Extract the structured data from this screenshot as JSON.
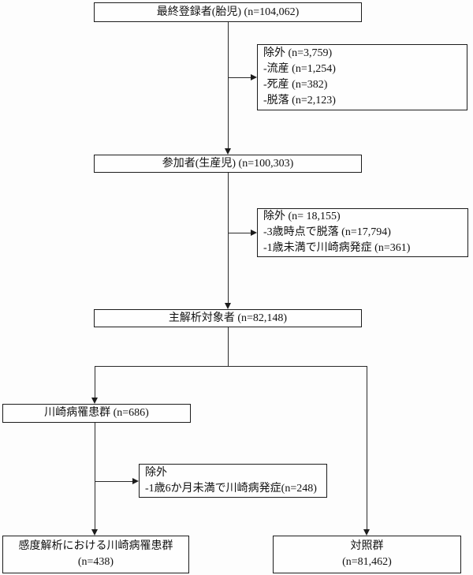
{
  "diagram": {
    "title": "study-participant-flowchart",
    "colors": {
      "background": "#fdfdfd",
      "box_border": "#1c1c1c",
      "line": "#2a2a2a",
      "text": "#111111"
    },
    "boxes": {
      "registered": {
        "text": "最終登録者(胎児) (n=104,062)"
      },
      "exclusion1": {
        "lines": [
          "除外 (n=3,759)",
          "-流産 (n=1,254)",
          "-死産 (n=382)",
          "-脱落 (n=2,123)"
        ]
      },
      "participants": {
        "text": "参加者(生産児) (n=100,303)"
      },
      "exclusion2": {
        "lines": [
          "除外 (n= 18,155)",
          "-3歳時点で脱落 (n=17,794)",
          "-1歳未満で川崎病発症 (n=361)"
        ]
      },
      "main_analysis": {
        "text": "主解析対象者 (n=82,148)"
      },
      "kd_group": {
        "text": "川崎病罹患群 (n=686)"
      },
      "exclusion3": {
        "lines": [
          "除外",
          "-1歳6か月未満で川崎病発症(n=248)"
        ]
      },
      "sensitivity_group": {
        "lines": [
          "感度解析における川崎病罹患群",
          "(n=438)"
        ]
      },
      "control_group": {
        "lines": [
          "対照群",
          "(n=81,462)"
        ]
      }
    }
  }
}
